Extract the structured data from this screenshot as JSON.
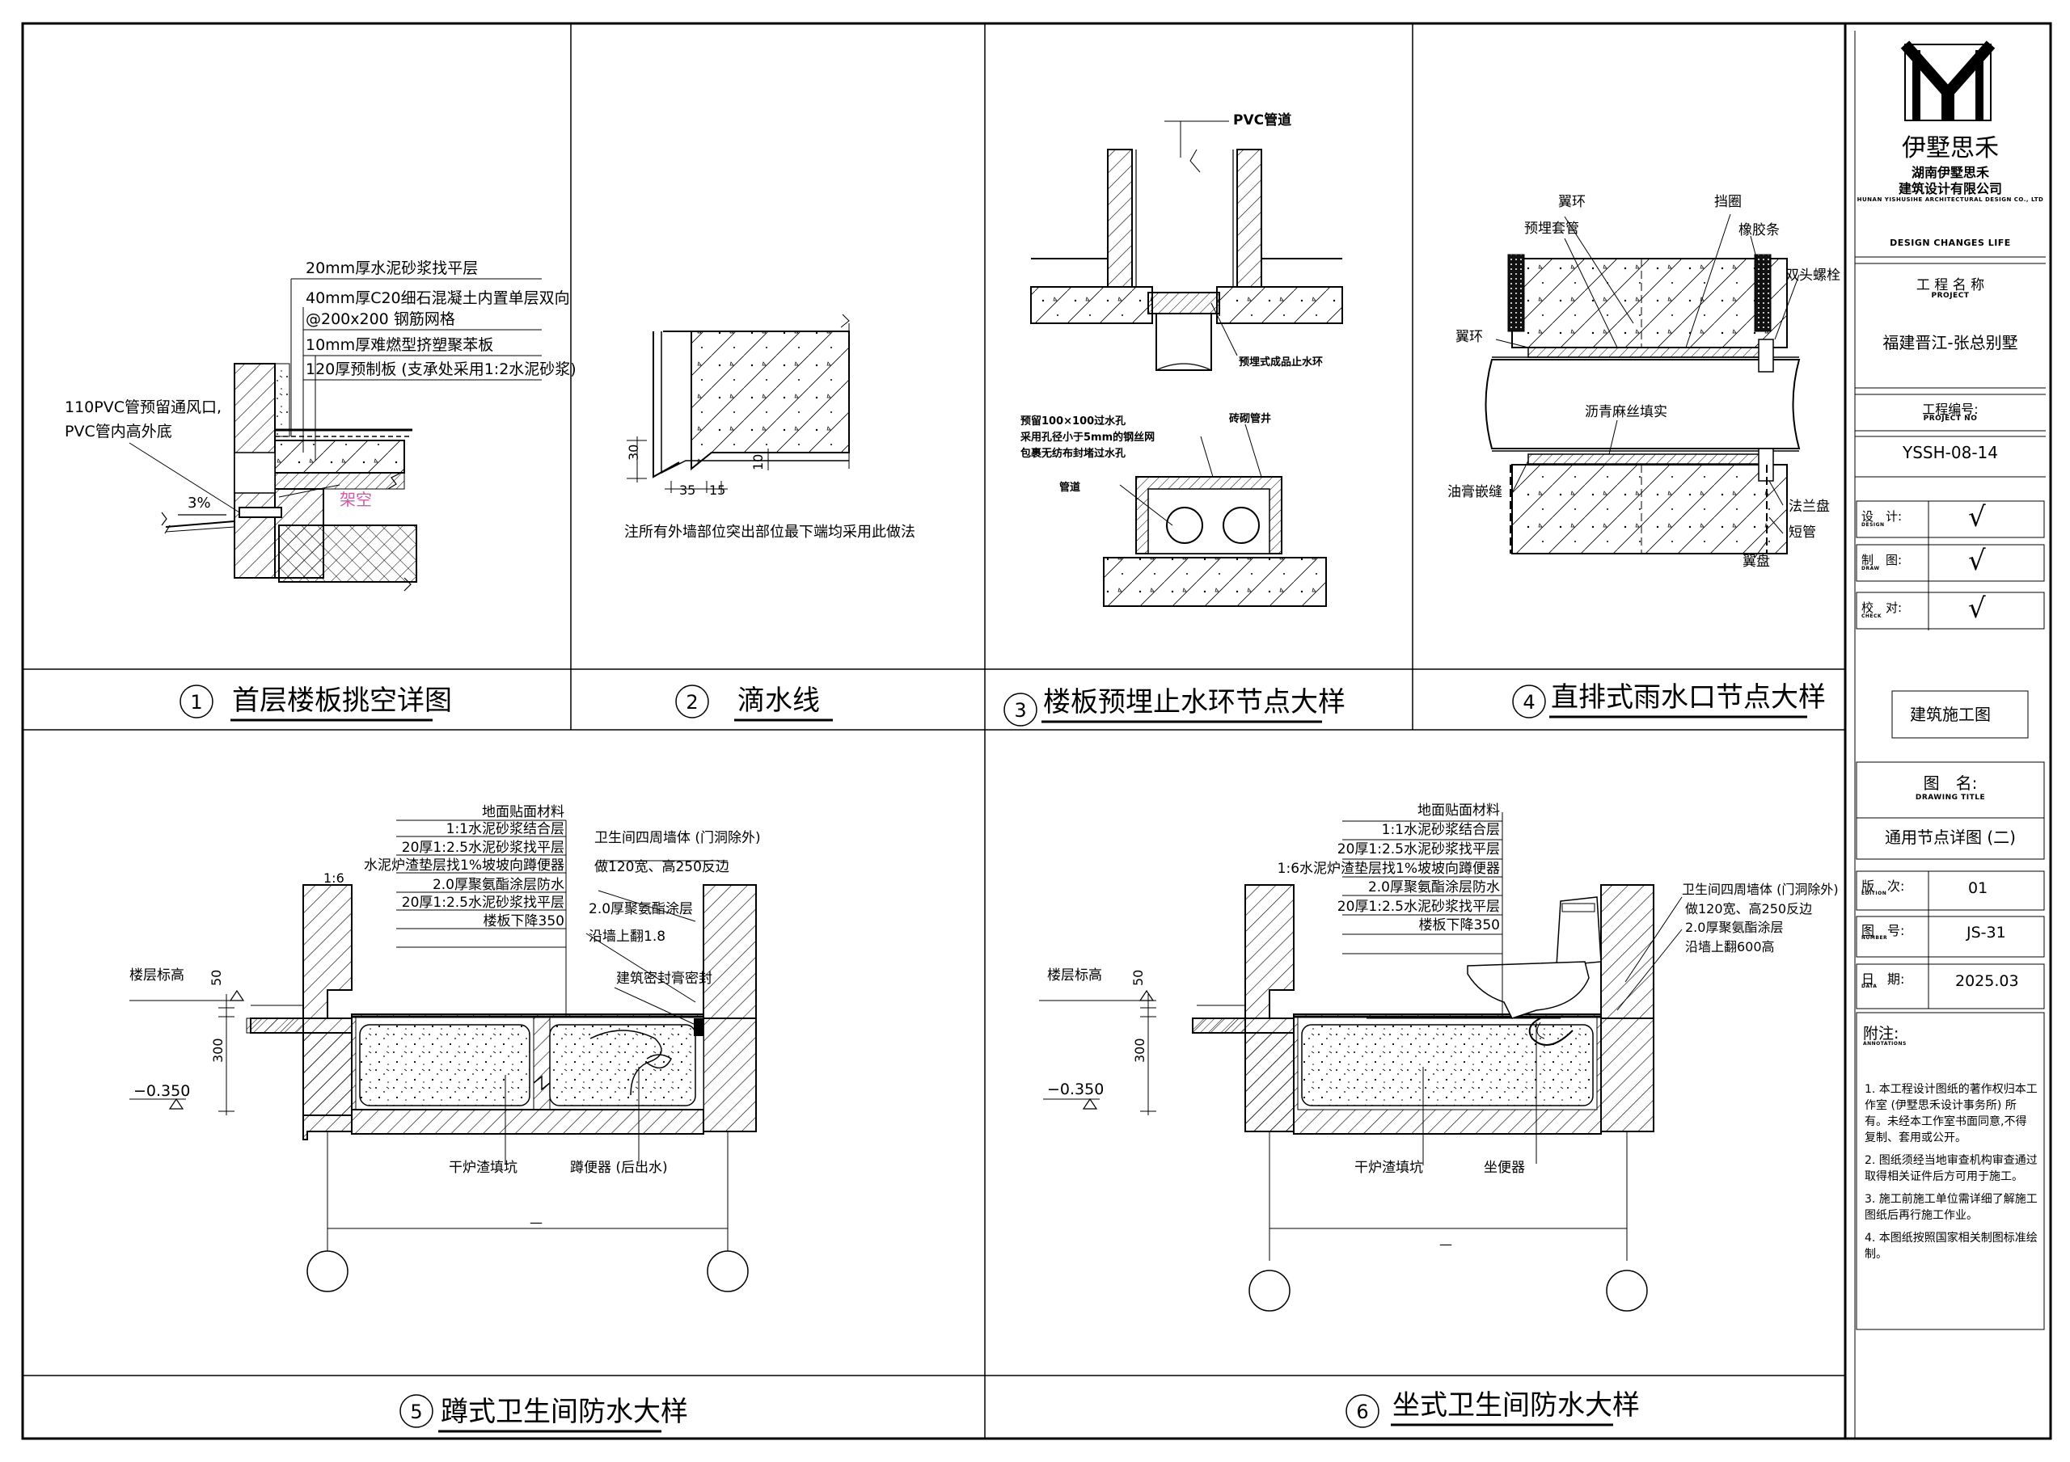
{
  "company": {
    "name_cn": "伊墅思禾",
    "full_name_line1": "湖南伊墅思禾",
    "full_name_line2": "建筑设计有限公司",
    "name_en": "HUNAN YISHUSIHE ARCHITECTURAL DESIGN CO., LTD",
    "slogan": "DESIGN CHANGES LIFE"
  },
  "title_block": {
    "project_label": "工 程 名 称",
    "project_label_en": "PROJECT",
    "project_name": "福建晋江-张总别墅",
    "project_no_label": "工程编号:",
    "project_no_label_en": "PROJECT NO",
    "project_no": "YSSH-08-14",
    "design_label": "设　计:",
    "design_label_en": "DESIGN",
    "draw_label": "制　图:",
    "draw_label_en": "DRAW",
    "check_label": "校　对:",
    "check_label_en": "CHECK",
    "check_mark": "√",
    "stage": "建筑施工图",
    "drawing_title_label": "图　名:",
    "drawing_title_label_en": "DRAWING TITLE",
    "drawing_title": "通用节点详图 (二)",
    "edition_label": "版　次:",
    "edition_label_en": "EDITION",
    "edition": "01",
    "number_label": "图　号:",
    "number_label_en": "NUMBER",
    "number": "JS-31",
    "date_label": "日　期:",
    "date_label_en": "DATA",
    "date": "2025.03",
    "notes_label": "附注:",
    "notes_label_en": "ANNOTATIONS",
    "notes": [
      "1. 本工程设计图纸的著作权归本工作室 (伊墅思禾设计事务所) 所有。未经本工作室书面同意,不得复制、套用或公开。",
      "2. 图纸须经当地审查机构审查通过取得相关证件后方可用于施工。",
      "3. 施工前施工单位需详细了解施工图纸后再行施工作业。",
      "4. 本图纸按照国家相关制图标准绘制。"
    ]
  },
  "details": {
    "d1": {
      "num": "1",
      "title": "首层楼板挑空详图",
      "layers": [
        "20mm厚水泥砂浆找平层",
        "40mm厚C20细石混凝土内置单层双向",
        "@200x200 钢筋网格",
        "10mm厚难燃型挤塑聚苯板",
        "120厚预制板 (支承处采用1:2水泥砂浆)"
      ],
      "pvc_note_1": "110PVC管预留通风口,",
      "pvc_note_2": "PVC管内高外底",
      "slope": "3%",
      "void": "架空"
    },
    "d2": {
      "num": "2",
      "title": "滴水线",
      "dim_30": "30",
      "dim_35": "35",
      "dim_15": "15",
      "dim_10": "10",
      "note": "注所有外墙部位突出部位最下端均采用此做法"
    },
    "d3": {
      "num": "3",
      "title": "楼板预埋止水环节点大样",
      "pvc": "PVC管道",
      "ring": "预埋式成品止水环",
      "hole_note_1": "预留100×100过水孔",
      "hole_note_2": "采用孔径小于5mm的钢丝网",
      "hole_note_3": "包裹无纺布封堵过水孔",
      "pipe": "管道",
      "shaft": "砖砌管井"
    },
    "d4": {
      "num": "4",
      "title": "直排式雨水口节点大样",
      "wing_ring_top": "翼环",
      "sleeve": "预埋套管",
      "retaining": "挡圈",
      "rubber": "橡胶条",
      "bolt": "双头螺栓",
      "wing_ring_left": "翼环",
      "asphalt": "沥青麻丝填实",
      "putty": "油膏嵌缝",
      "flange": "法兰盘",
      "short_pipe": "短管",
      "wing_plate": "翼盘"
    },
    "d5": {
      "num": "5",
      "title": "蹲式卫生间防水大样",
      "layers": [
        "地面贴面材料",
        "1:1水泥砂浆结合层",
        "20厚1:2.5水泥砂浆找平层",
        "水泥炉渣垫层找1%坡坡向蹲便器",
        "2.0厚聚氨酯涂层防水",
        "20厚1:2.5水泥砂浆找平层",
        "楼板下降350"
      ],
      "wall_note_1": "卫生间四周墙体 (门洞除外)",
      "wall_note_2": "做120宽、高250反边",
      "coat_1": "2.0厚聚氨酯涂层",
      "coat_2": "沿墙上翻1.8",
      "sealant": "建筑密封膏密封",
      "floor_level": "楼层标高",
      "level": "−0.350",
      "dim_50": "50",
      "dim_300": "300",
      "ratio": "1:6",
      "fill": "干炉渣填坑",
      "toilet": "蹲便器 (后出水)",
      "dash": "—"
    },
    "d6": {
      "num": "6",
      "title": "坐式卫生间防水大样",
      "layers": [
        "地面贴面材料",
        "1:1水泥砂浆结合层",
        "20厚1:2.5水泥砂浆找平层",
        "1:6水泥炉渣垫层找1%坡坡向蹲便器",
        "2.0厚聚氨酯涂层防水",
        "20厚1:2.5水泥砂浆找平层",
        "楼板下降350"
      ],
      "wall_note_1": "卫生间四周墙体 (门洞除外)",
      "wall_note_2": "做120宽、高250反边",
      "coat_1": "2.0厚聚氨酯涂层",
      "coat_2": "沿墙上翻600高",
      "floor_level": "楼层标高",
      "level": "−0.350",
      "dim_50": "50",
      "dim_300": "300",
      "fill": "干炉渣填坑",
      "toilet": "坐便器",
      "dash": "—"
    }
  },
  "colors": {
    "line": "#000000",
    "void_label": "#d05aa8"
  }
}
